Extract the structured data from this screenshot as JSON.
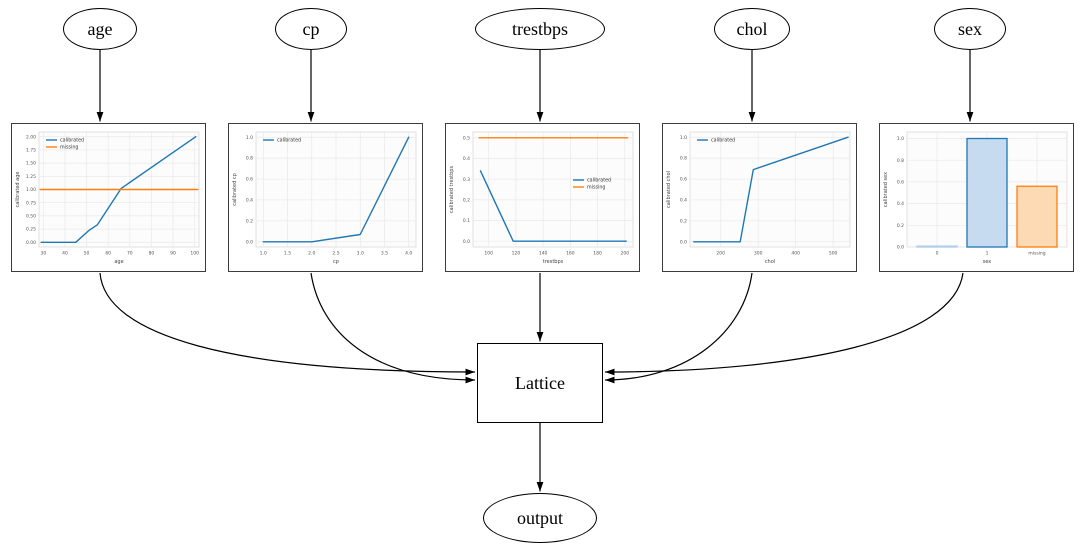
{
  "diagram": {
    "inputs": [
      {
        "id": "age",
        "label": "age"
      },
      {
        "id": "cp",
        "label": "cp"
      },
      {
        "id": "trestbps",
        "label": "trestbps"
      },
      {
        "id": "chol",
        "label": "chol"
      },
      {
        "id": "sex",
        "label": "sex"
      }
    ],
    "lattice_label": "Lattice",
    "output_label": "output",
    "edges": [
      "age -> calibrator-age",
      "cp -> calibrator-cp",
      "trestbps -> calibrator-trestbps",
      "chol -> calibrator-chol",
      "sex -> calibrator-sex",
      "calibrator-age -> Lattice",
      "calibrator-cp -> Lattice",
      "calibrator-trestbps -> Lattice",
      "calibrator-chol -> Lattice",
      "calibrator-sex -> Lattice",
      "Lattice -> output"
    ]
  },
  "colors": {
    "calibrated": "#1f77b4",
    "missing": "#ff7f0e",
    "bar_blue_fill": "#c6dbef",
    "bar_orange_fill": "#fdd9b4",
    "edge_line": "#000000"
  },
  "chart_data": [
    {
      "type": "line",
      "title": "calibrator for age",
      "xlabel": "age",
      "ylabel": "calibrated age",
      "xlim": [
        28,
        102
      ],
      "ylim": [
        -0.09,
        2.09
      ],
      "xtick_vals": [
        30,
        40,
        50,
        60,
        70,
        80,
        90,
        100
      ],
      "xtick_labels": [
        "30",
        "40",
        "50",
        "60",
        "70",
        "80",
        "90",
        "100"
      ],
      "ytick_vals": [
        0.0,
        0.25,
        0.5,
        0.75,
        1.0,
        1.25,
        1.5,
        1.75,
        2.0
      ],
      "ytick_labels": [
        "0.00",
        "0.25",
        "0.50",
        "0.75",
        "1.00",
        "1.25",
        "1.50",
        "1.75",
        "2.00"
      ],
      "grid": true,
      "legend_pos": "upper-left",
      "series": [
        {
          "name": "calibrated",
          "color": "#1f77b4",
          "x": [
            29,
            45,
            51,
            55,
            66,
            100.5
          ],
          "y": [
            0.0,
            0.0,
            0.22,
            0.33,
            1.02,
            2.0
          ]
        },
        {
          "name": "missing",
          "color": "#ff7f0e",
          "x": [
            28.5,
            101.5
          ],
          "y": [
            1.0,
            1.0
          ]
        }
      ]
    },
    {
      "type": "line",
      "title": "calibrator for cp",
      "xlabel": "cp",
      "ylabel": "calibrated cp",
      "xlim": [
        0.85,
        4.15
      ],
      "ylim": [
        -0.05,
        1.05
      ],
      "xtick_vals": [
        1.0,
        1.5,
        2.0,
        2.5,
        3.0,
        3.5,
        4.0
      ],
      "xtick_labels": [
        "1.0",
        "1.5",
        "2.0",
        "2.5",
        "3.0",
        "3.5",
        "4.0"
      ],
      "ytick_vals": [
        0.0,
        0.2,
        0.4,
        0.6,
        0.8,
        1.0
      ],
      "ytick_labels": [
        "0.0",
        "0.2",
        "0.4",
        "0.6",
        "0.8",
        "1.0"
      ],
      "grid": true,
      "legend_pos": "upper-left",
      "series": [
        {
          "name": "calibrated",
          "color": "#1f77b4",
          "x": [
            1.0,
            2.0,
            3.0,
            4.0
          ],
          "y": [
            0.0,
            0.0,
            0.07,
            1.0
          ]
        }
      ]
    },
    {
      "type": "line",
      "title": "calibrator for trestbps",
      "xlabel": "trestbps",
      "ylabel": "calibrated trestbps",
      "xlim": [
        88.5,
        206
      ],
      "ylim": [
        -0.028,
        0.528
      ],
      "xtick_vals": [
        100,
        120,
        140,
        160,
        180,
        200
      ],
      "xtick_labels": [
        "100",
        "120",
        "140",
        "160",
        "180",
        "200"
      ],
      "ytick_vals": [
        0.0,
        0.1,
        0.2,
        0.3,
        0.4,
        0.5
      ],
      "ytick_labels": [
        "0.0",
        "0.1",
        "0.2",
        "0.3",
        "0.4",
        "0.5"
      ],
      "grid": true,
      "legend_pos": "center-right",
      "series": [
        {
          "name": "calibrated",
          "color": "#1f77b4",
          "x": [
            94,
            118,
            201
          ],
          "y": [
            0.34,
            0.0,
            0.0
          ]
        },
        {
          "name": "missing",
          "color": "#ff7f0e",
          "x": [
            93,
            202
          ],
          "y": [
            0.5,
            0.5
          ]
        }
      ]
    },
    {
      "type": "line",
      "title": "calibrator for chol",
      "xlabel": "chol",
      "ylabel": "calibrated chol",
      "xlim": [
        118,
        545
      ],
      "ylim": [
        -0.05,
        1.05
      ],
      "xtick_vals": [
        200,
        300,
        400,
        500
      ],
      "xtick_labels": [
        "200",
        "300",
        "400",
        "500"
      ],
      "ytick_vals": [
        0.0,
        0.2,
        0.4,
        0.6,
        0.8,
        1.0
      ],
      "ytick_labels": [
        "0.0",
        "0.2",
        "0.4",
        "0.6",
        "0.8",
        "1.0"
      ],
      "grid": true,
      "legend_pos": "upper-left",
      "series": [
        {
          "name": "calibrated",
          "color": "#1f77b4",
          "x": [
            128,
            252,
            287,
            540
          ],
          "y": [
            0.0,
            0.0,
            0.69,
            1.0
          ]
        }
      ]
    },
    {
      "type": "bar",
      "title": "calibrator for sex",
      "xlabel": "sex",
      "ylabel": "calibrated sex",
      "xlim": [
        -0.6,
        2.6
      ],
      "ylim": [
        0,
        1.06
      ],
      "xtick_vals": [
        0,
        1,
        2
      ],
      "xtick_labels": [
        "0",
        "1",
        "missing"
      ],
      "ytick_vals": [
        0.0,
        0.2,
        0.4,
        0.6,
        0.8,
        1.0
      ],
      "ytick_labels": [
        "0.0",
        "0.2",
        "0.4",
        "0.6",
        "0.8",
        "1.0"
      ],
      "grid": true,
      "legend_pos": null,
      "bars": [
        {
          "label": "0",
          "value": 0.008,
          "fill": "#dce9f5",
          "edge": "#aecde6"
        },
        {
          "label": "1",
          "value": 1.0,
          "fill": "#c6dbef",
          "edge": "#1f77b4"
        },
        {
          "label": "missing",
          "value": 0.56,
          "fill": "#fdd9b4",
          "edge": "#ff7f0e"
        }
      ]
    }
  ]
}
